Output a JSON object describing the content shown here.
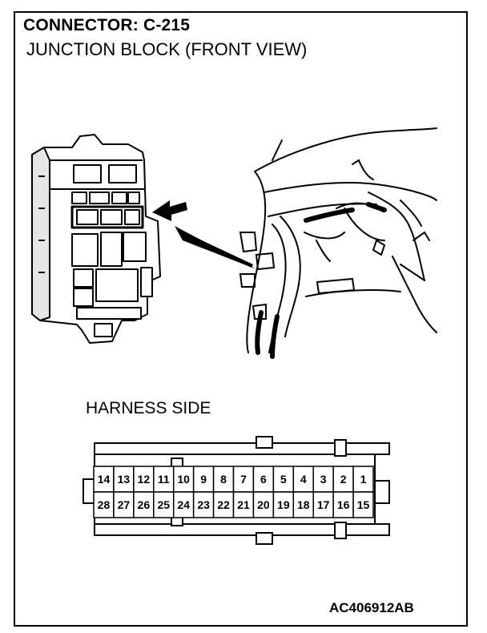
{
  "header": {
    "title": "CONNECTOR: C-215",
    "subtitle": "JUNCTION BLOCK (FRONT VIEW)"
  },
  "harness": {
    "label": "HARNESS SIDE",
    "top_row": [
      "14",
      "13",
      "12",
      "11",
      "10",
      "9",
      "8",
      "7",
      "6",
      "5",
      "4",
      "3",
      "2",
      "1"
    ],
    "bottom_row": [
      "28",
      "27",
      "26",
      "25",
      "24",
      "23",
      "22",
      "21",
      "20",
      "19",
      "18",
      "17",
      "16",
      "15"
    ]
  },
  "footer": {
    "figure_id": "AC406912AB"
  }
}
